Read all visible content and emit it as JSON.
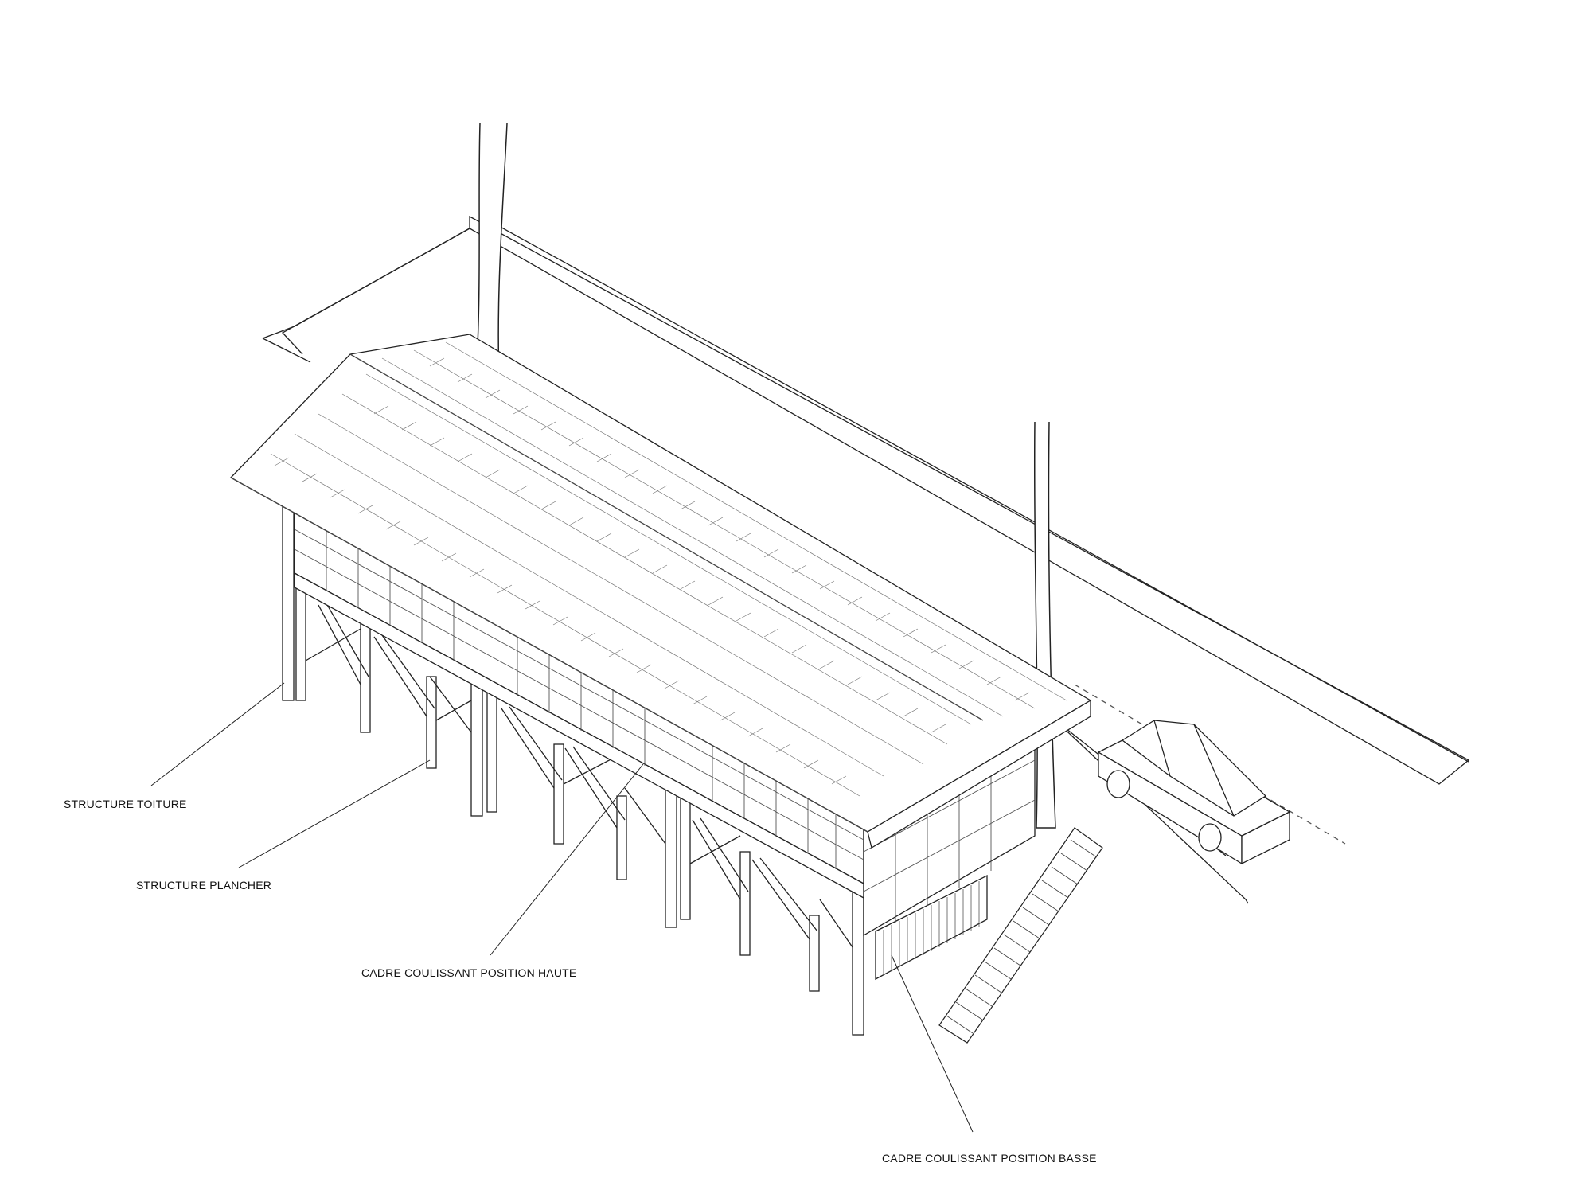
{
  "labels": {
    "roof_structure": "STRUCTURE TOITURE",
    "floor_structure": "STRUCTURE PLANCHER",
    "sliding_frame_high": "CADRE COULISSANT POSITION HAUTE",
    "sliding_frame_low": "CADRE COULISSANT POSITION BASSE"
  },
  "colors": {
    "line": "#222222",
    "fine_line": "#555555",
    "background": "#ffffff"
  }
}
